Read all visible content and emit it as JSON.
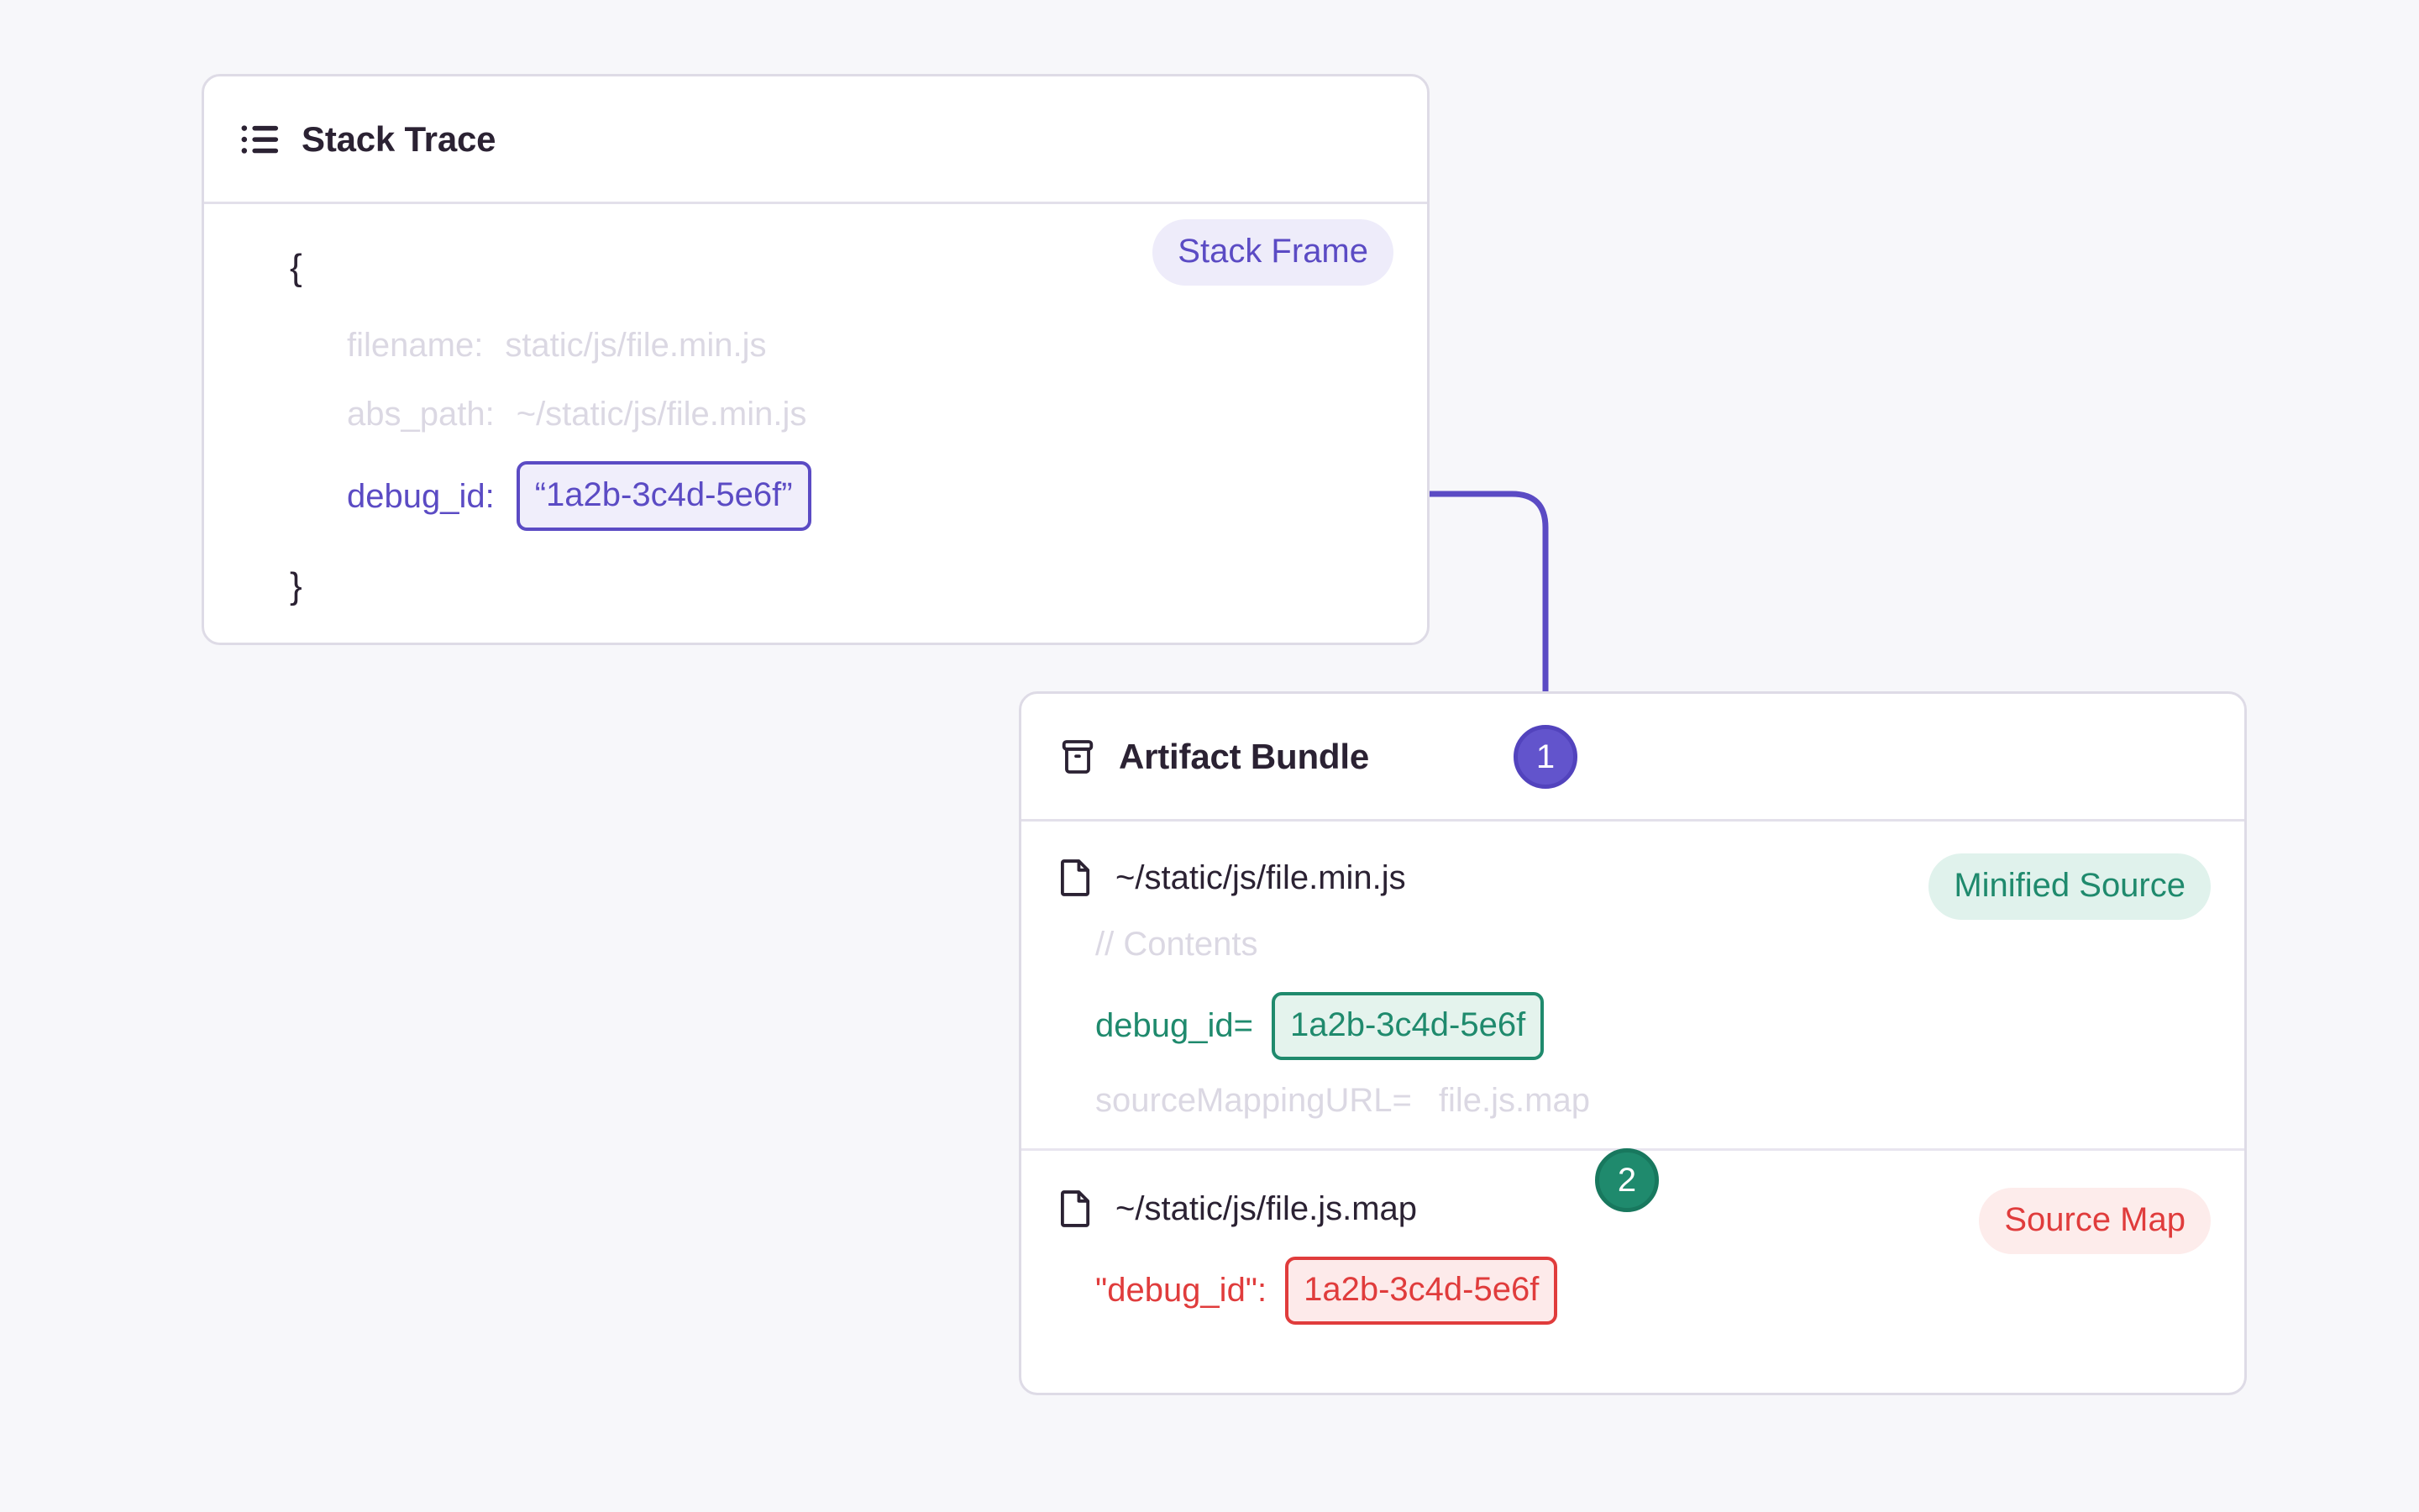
{
  "page": {
    "background": "#f7f7fa",
    "accent_purple": "#5b4bc4",
    "accent_green": "#1f8a6d",
    "accent_red": "#e03c3c"
  },
  "stack_trace_card": {
    "icon": "list-icon",
    "title": "Stack Trace",
    "badge": {
      "label": "Stack Frame",
      "color": "#5b4bc4",
      "bg": "#eeecfa"
    },
    "open_brace": "{",
    "close_brace": "}",
    "fields": [
      {
        "key": "filename:",
        "value": "static/js/file.min.js",
        "muted": true
      },
      {
        "key": "abs_path:",
        "value": "~/static/js/file.min.js",
        "muted": true
      },
      {
        "key": "debug_id:",
        "value": "“1a2b-3c4d-5e6f”",
        "muted": false,
        "highlight": "purple"
      }
    ]
  },
  "artifact_card": {
    "icon": "archive-icon",
    "title": "Artifact Bundle",
    "sections": [
      {
        "file_icon": "file-icon",
        "filename": "~/static/js/file.min.js",
        "badge": {
          "label": "Minified Source",
          "color": "#1f8a6d",
          "bg": "#e0f2ec"
        },
        "lines": [
          {
            "text": "// Contents",
            "muted": true
          },
          {
            "key": "debug_id=",
            "value": "1a2b-3c4d-5e6f",
            "highlight": "green"
          },
          {
            "key": "sourceMappingURL=",
            "value": "file.js.map",
            "muted": true
          }
        ]
      },
      {
        "file_icon": "file-icon",
        "filename": "~/static/js/file.js.map",
        "badge": {
          "label": "Source Map",
          "color": "#e03c3c",
          "bg": "#fdeceb"
        },
        "lines": [
          {
            "key": "\"debug_id\":",
            "value": "1a2b-3c4d-5e6f",
            "highlight": "red"
          }
        ]
      }
    ]
  },
  "steps": [
    {
      "number": "1",
      "color": "#6254cc"
    },
    {
      "number": "2",
      "color": "#1f8a6d"
    }
  ]
}
